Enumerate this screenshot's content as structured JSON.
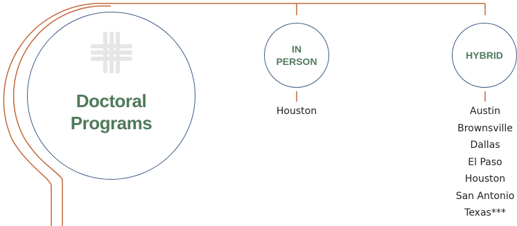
{
  "colors": {
    "connector": "#c0683a",
    "circle_border": "#3a5a82",
    "heading_green": "#4f7a5a",
    "logo_gray": "#e6e6e6",
    "city_text": "#222222"
  },
  "main": {
    "title_line1": "Doctoral",
    "title_line2": "Programs",
    "logo_icon": "woven-lattice-icon"
  },
  "in_person": {
    "label_line1": "IN",
    "label_line2": "PERSON",
    "cities": [
      "Houston"
    ]
  },
  "hybrid": {
    "label": "HYBRID",
    "cities": [
      "Austin",
      "Brownsville",
      "Dallas",
      "El Paso",
      "Houston",
      "San Antonio",
      "Texas***"
    ]
  }
}
